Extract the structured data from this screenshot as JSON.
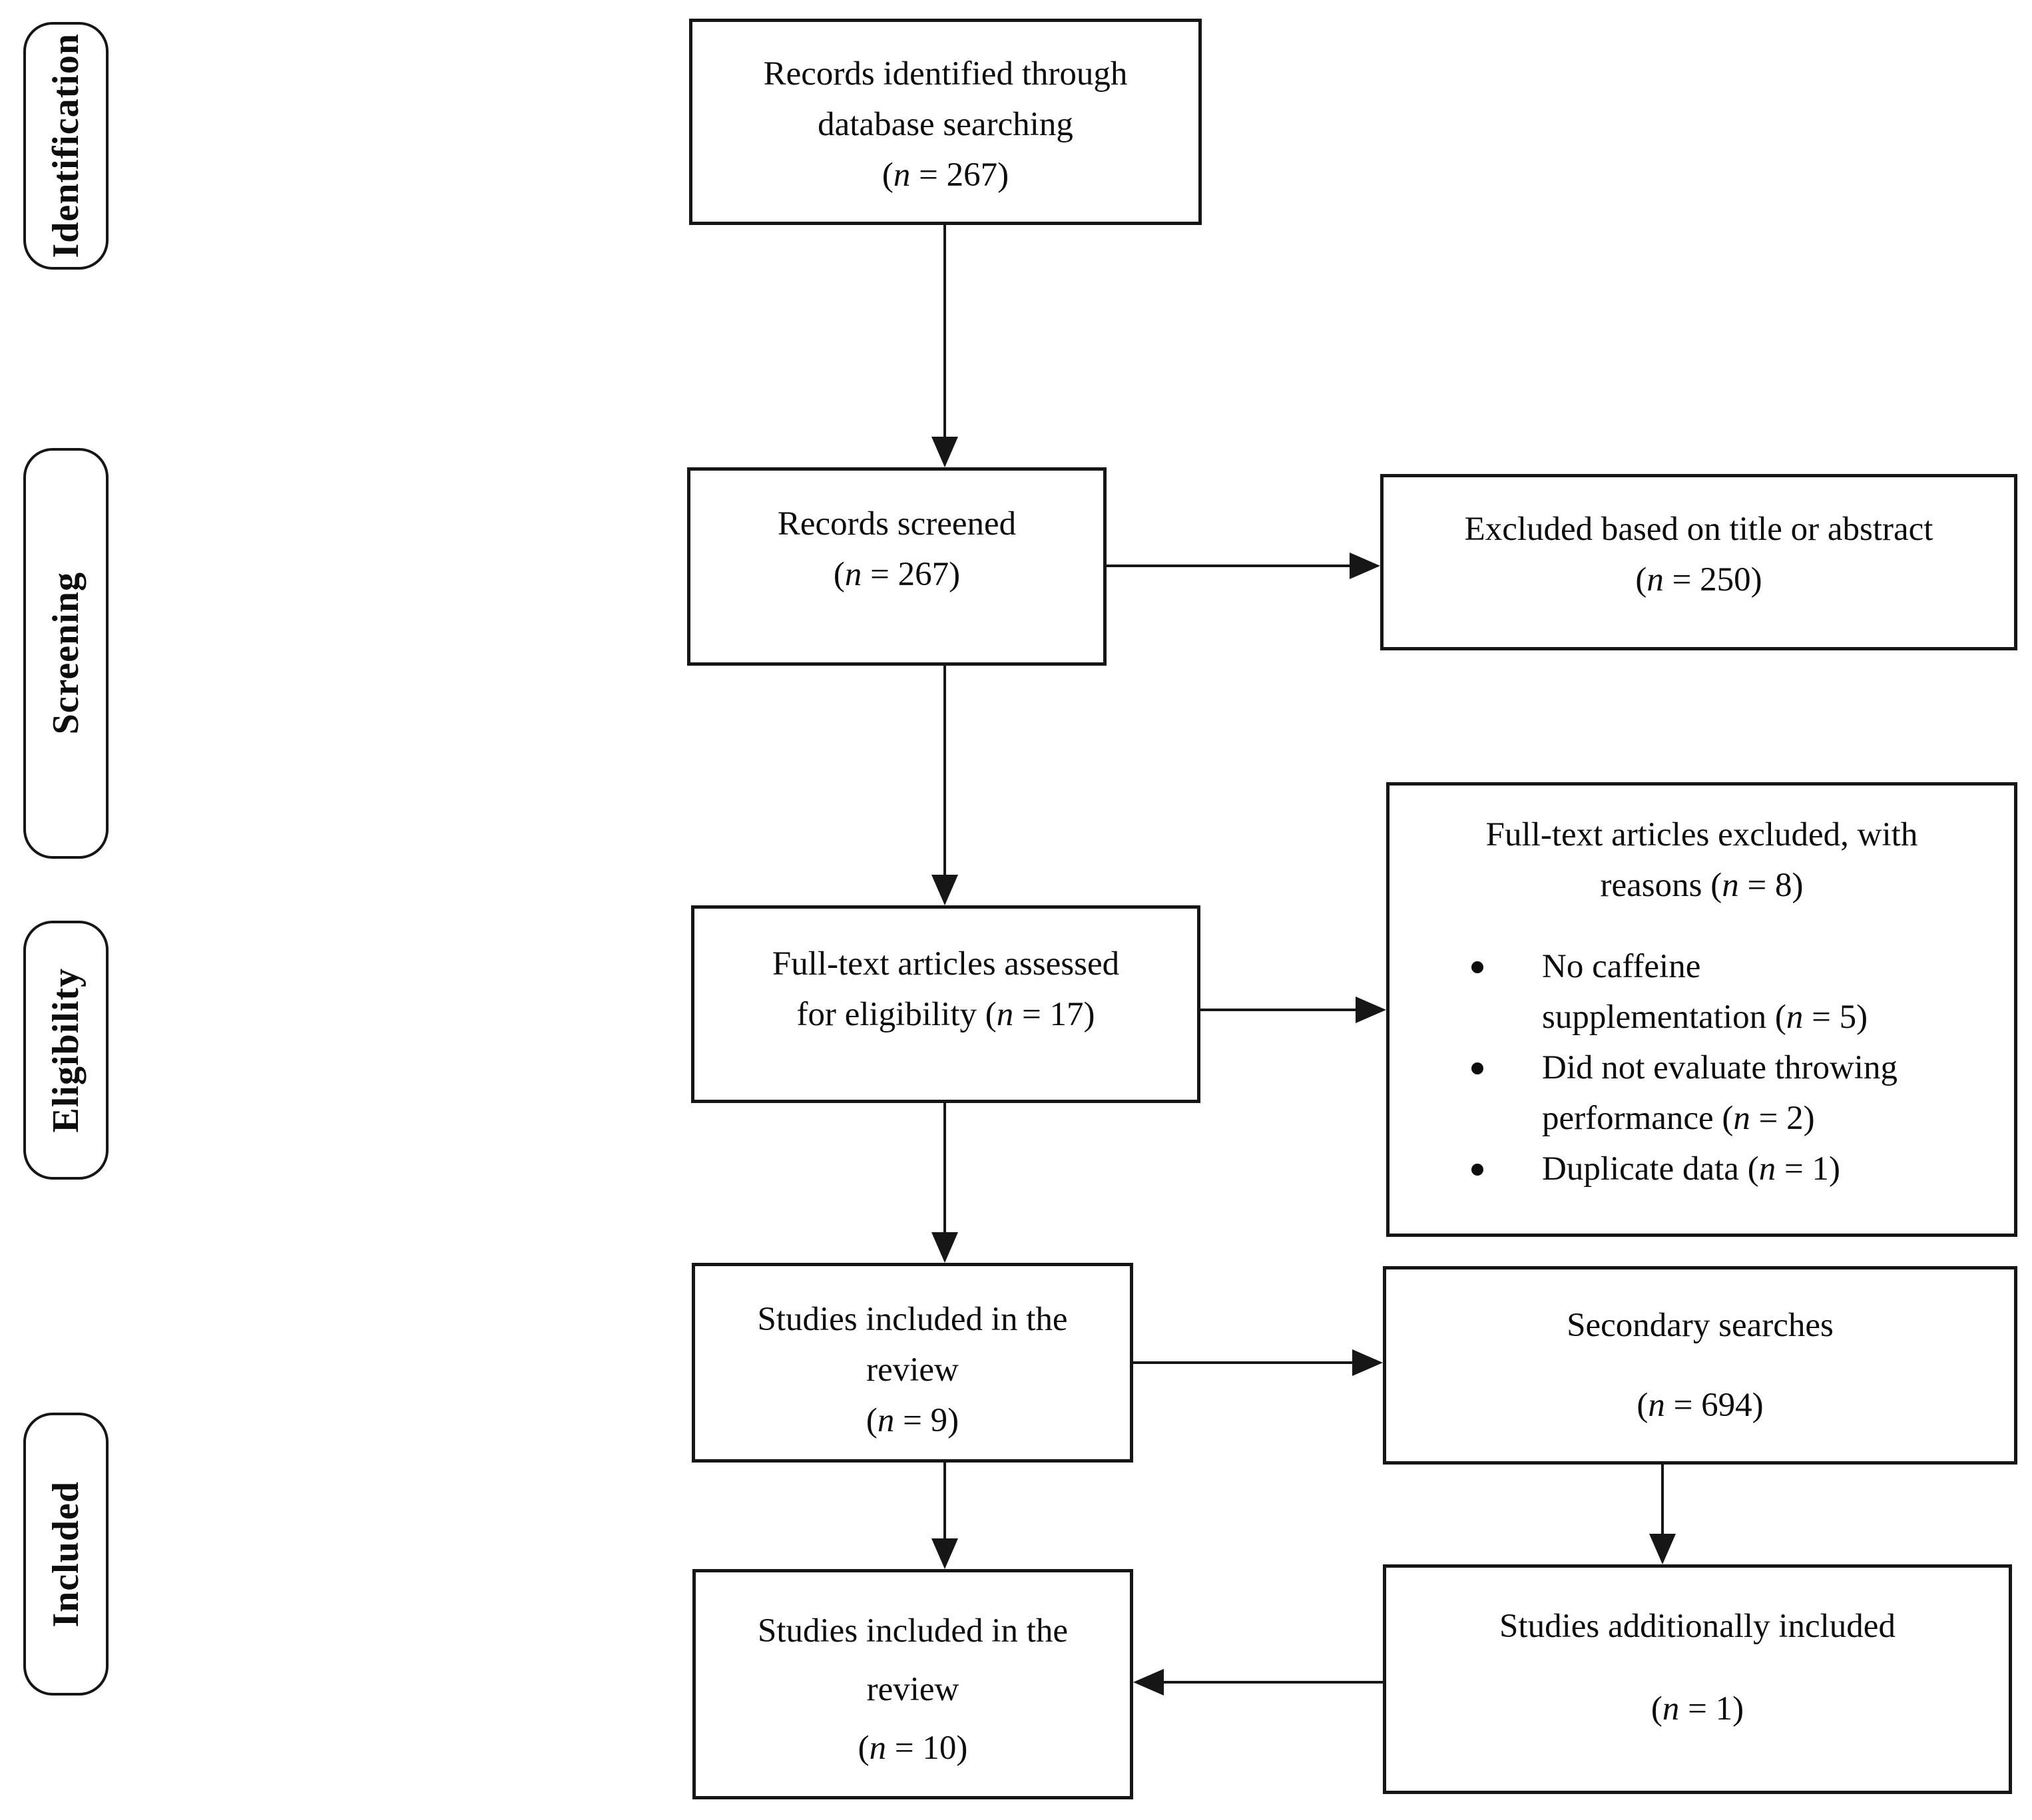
{
  "stages": {
    "identification": "Identification",
    "screening": "Screening",
    "eligibility": "Eligibility",
    "included": "Included"
  },
  "boxes": {
    "records_identified": {
      "line1": "Records identified through",
      "line2": "database searching",
      "line3": "(n = 267)"
    },
    "records_screened": {
      "line1": "Records screened",
      "line2": "(n = 267)"
    },
    "excluded_title_abstract": {
      "line1": "Excluded based on title or abstract",
      "line2": "(n = 250)"
    },
    "fulltext_assessed": {
      "line1": "Full-text articles assessed",
      "line2": "for eligibility (n = 17)"
    },
    "fulltext_excluded": {
      "title_line1": "Full-text articles excluded, with",
      "title_line2": "reasons (n = 8)",
      "bullets": [
        "No caffeine supplementation (n = 5)",
        "Did not evaluate throwing performance (n = 2)",
        "Duplicate data (n = 1)"
      ]
    },
    "studies_included_9": {
      "line1": "Studies included in the",
      "line2": "review",
      "line3": "(n = 9)"
    },
    "secondary_searches": {
      "line1": "Secondary searches",
      "line2": "(n = 694)"
    },
    "studies_included_10": {
      "line1": "Studies included in the",
      "line2": "review",
      "line3": "(n = 10)"
    },
    "studies_additionally_included": {
      "line1": "Studies additionally included",
      "line2": "(n = 1)"
    }
  }
}
